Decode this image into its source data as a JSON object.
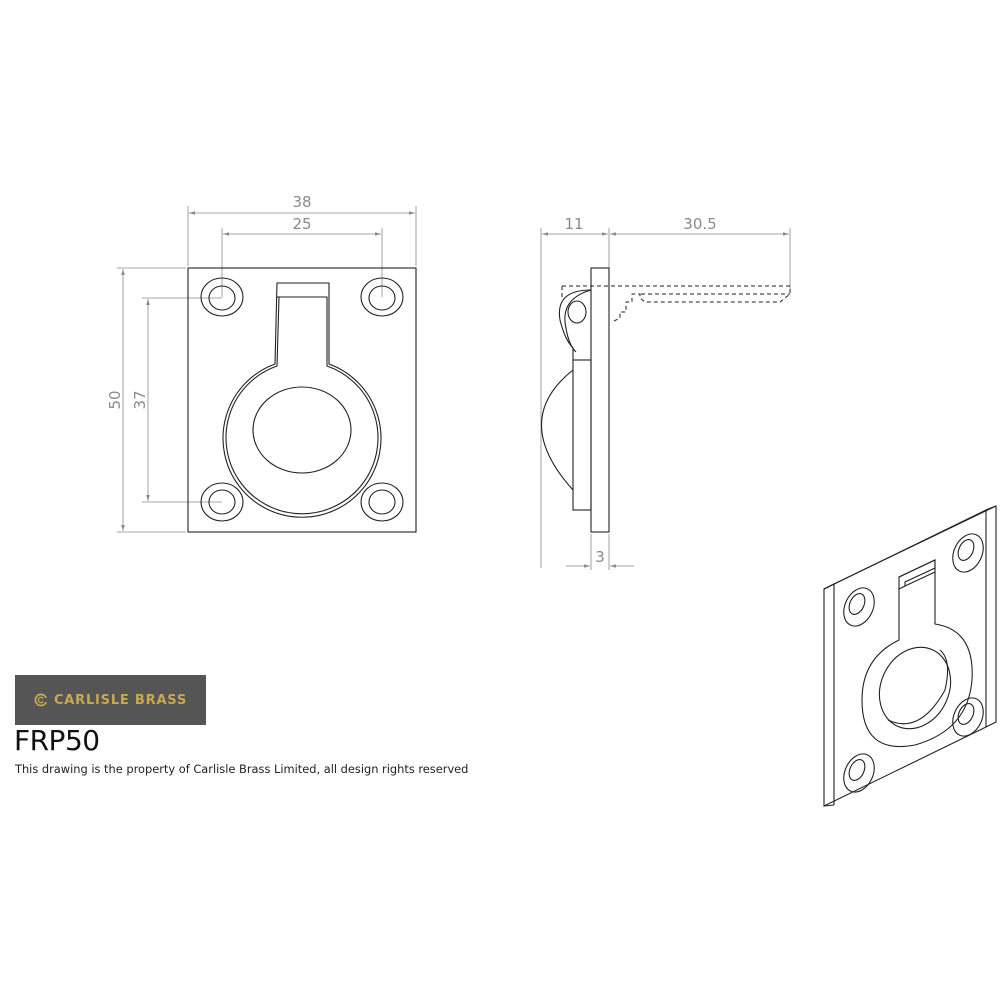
{
  "brand": {
    "name": "CARLISLE BRASS",
    "logo_bg": "#555555",
    "logo_fg": "#c9a94e"
  },
  "product": {
    "code": "FRP50",
    "notice": "This drawing is the property of Carlisle Brass Limited, all design rights reserved"
  },
  "front_view": {
    "dimensions": {
      "overall_width": "38",
      "hole_centres_horizontal": "25",
      "overall_height": "50",
      "hole_centres_vertical": "37"
    }
  },
  "side_view": {
    "dimensions": {
      "projection": "11",
      "ring_open_extension": "30.5",
      "plate_thickness": "3"
    }
  },
  "colors": {
    "line": "#222222",
    "dimension": "#8a8a8a"
  }
}
